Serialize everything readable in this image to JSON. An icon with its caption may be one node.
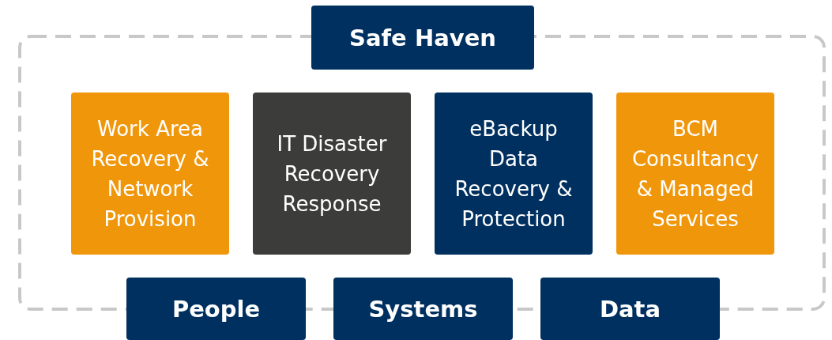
{
  "diagram": {
    "nodes": [
      {
        "text": [
          "Safe Haven"
        ]
      },
      {
        "text": [
          "Work Area Recovery & Network Provision"
        ]
      },
      {
        "text": [
          "IT Disaster Recovery Response"
        ]
      },
      {
        "text": [
          "eBackup Data Recovery & Protection"
        ]
      },
      {
        "text": [
          "BCM Consultancy & Managed Services"
        ]
      },
      {
        "text": [
          "People"
        ]
      },
      {
        "text": [
          "Systems"
        ]
      },
      {
        "text": [
          "Data"
        ]
      }
    ]
  }
}
